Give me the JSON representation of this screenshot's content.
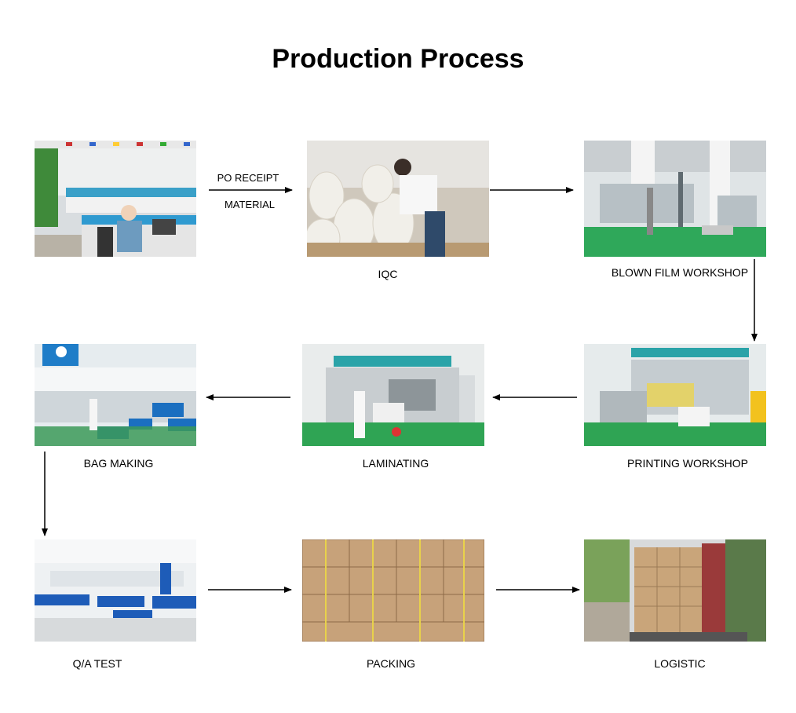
{
  "title": "Production Process",
  "steps": [
    {
      "label": "",
      "photo": "office-photo"
    },
    {
      "label": "IQC",
      "photo": "material-inspection-photo"
    },
    {
      "label": "BLOWN FILM WORKSHOP",
      "photo": "blown-film-machine-photo"
    },
    {
      "label": "PRINTING WORKSHOP",
      "photo": "printing-machine-photo"
    },
    {
      "label": "LAMINATING",
      "photo": "laminating-machine-photo"
    },
    {
      "label": "BAG MAKING",
      "photo": "bag-making-photo"
    },
    {
      "label": "Q/A TEST",
      "photo": "qa-lab-photo"
    },
    {
      "label": "PACKING",
      "photo": "packing-boxes-photo"
    },
    {
      "label": "LOGISTIC",
      "photo": "container-truck-photo"
    }
  ],
  "first_arrow": {
    "line1": "PO RECEIPT",
    "line2": "MATERIAL"
  }
}
